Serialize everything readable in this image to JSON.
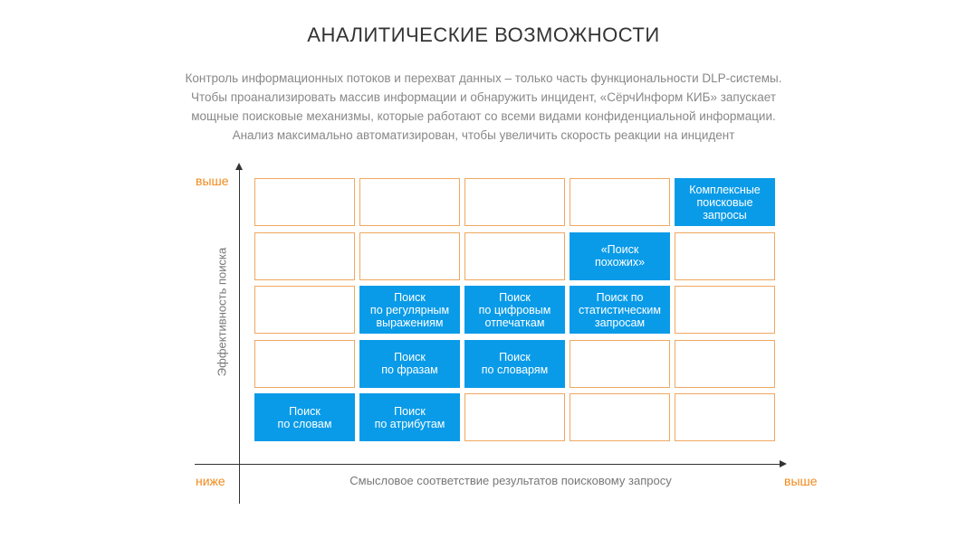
{
  "title": "АНАЛИТИЧЕСКИЕ ВОЗМОЖНОСТИ",
  "description": [
    "Контроль информационных потоков и перехват данных – только часть функциональности DLP-системы.",
    "Чтобы проанализировать массив информации и обнаружить инцидент, «СёрчИнформ КИБ» запускает",
    "мощные поисковые механизмы, которые работают со всеми видами конфиденциальной информации.",
    "Анализ максимально автоматизирован, чтобы увеличить скорость реакции на инцидент"
  ],
  "axes": {
    "y_label": "Эффективность поиска",
    "x_label": "Смысловое соответствие результатов поисковому запросу",
    "y_high": "выше",
    "low": "ниже",
    "x_high": "выше"
  },
  "colors": {
    "accent": "#0a9be8",
    "border": "#f0a860",
    "axis_text": "#f08a1c"
  },
  "grid": {
    "rows": 5,
    "cols": 5,
    "cells": [
      {
        "row": 0,
        "col": 4,
        "label": "Комплексные\nпоисковые\nзапросы"
      },
      {
        "row": 1,
        "col": 3,
        "label": "«Поиск\nпохожих»"
      },
      {
        "row": 2,
        "col": 1,
        "label": "Поиск\nпо регулярным\nвыражениям"
      },
      {
        "row": 2,
        "col": 2,
        "label": "Поиск\nпо цифровым\nотпечаткам"
      },
      {
        "row": 2,
        "col": 3,
        "label": "Поиск по\nстатистическим\nзапросам"
      },
      {
        "row": 3,
        "col": 1,
        "label": "Поиск\nпо фразам"
      },
      {
        "row": 3,
        "col": 2,
        "label": "Поиск\nпо словарям"
      },
      {
        "row": 4,
        "col": 0,
        "label": "Поиск\nпо словам"
      },
      {
        "row": 4,
        "col": 1,
        "label": "Поиск\nпо атрибутам"
      }
    ]
  }
}
